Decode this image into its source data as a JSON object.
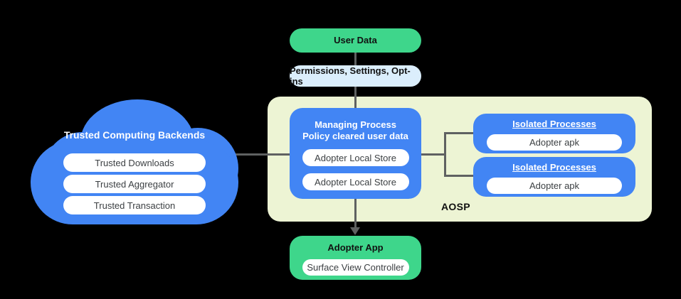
{
  "diagram": {
    "panel": {
      "label": "AOSP",
      "color": "#edf4d4"
    },
    "colors": {
      "blue": "#4285f4",
      "green": "#3ed68b",
      "light_blue": "#dbeefc",
      "panel": "#edf4d4",
      "connector": "#5f6161",
      "background": "#000000"
    },
    "user_data": {
      "title": "User Data"
    },
    "permissions": {
      "text": "Permissions,  Settings, Opt-ins"
    },
    "cloud": {
      "title": "Trusted Computing Backends",
      "items": [
        {
          "label": "Trusted Downloads"
        },
        {
          "label": "Trusted Aggregator"
        },
        {
          "label": "Trusted Transaction"
        }
      ]
    },
    "managing_process": {
      "title_line1": "Managing Process",
      "title_line2": "Policy cleared user data",
      "items": [
        {
          "label": "Adopter Local Store"
        },
        {
          "label": "Adopter Local Store"
        }
      ]
    },
    "isolated_processes": [
      {
        "title": "Isolated Processes",
        "item": "Adopter apk"
      },
      {
        "title": "Isolated Processes",
        "item": "Adopter apk"
      }
    ],
    "adopter_app": {
      "title": "Adopter App",
      "item": "Surface View Controller"
    }
  }
}
